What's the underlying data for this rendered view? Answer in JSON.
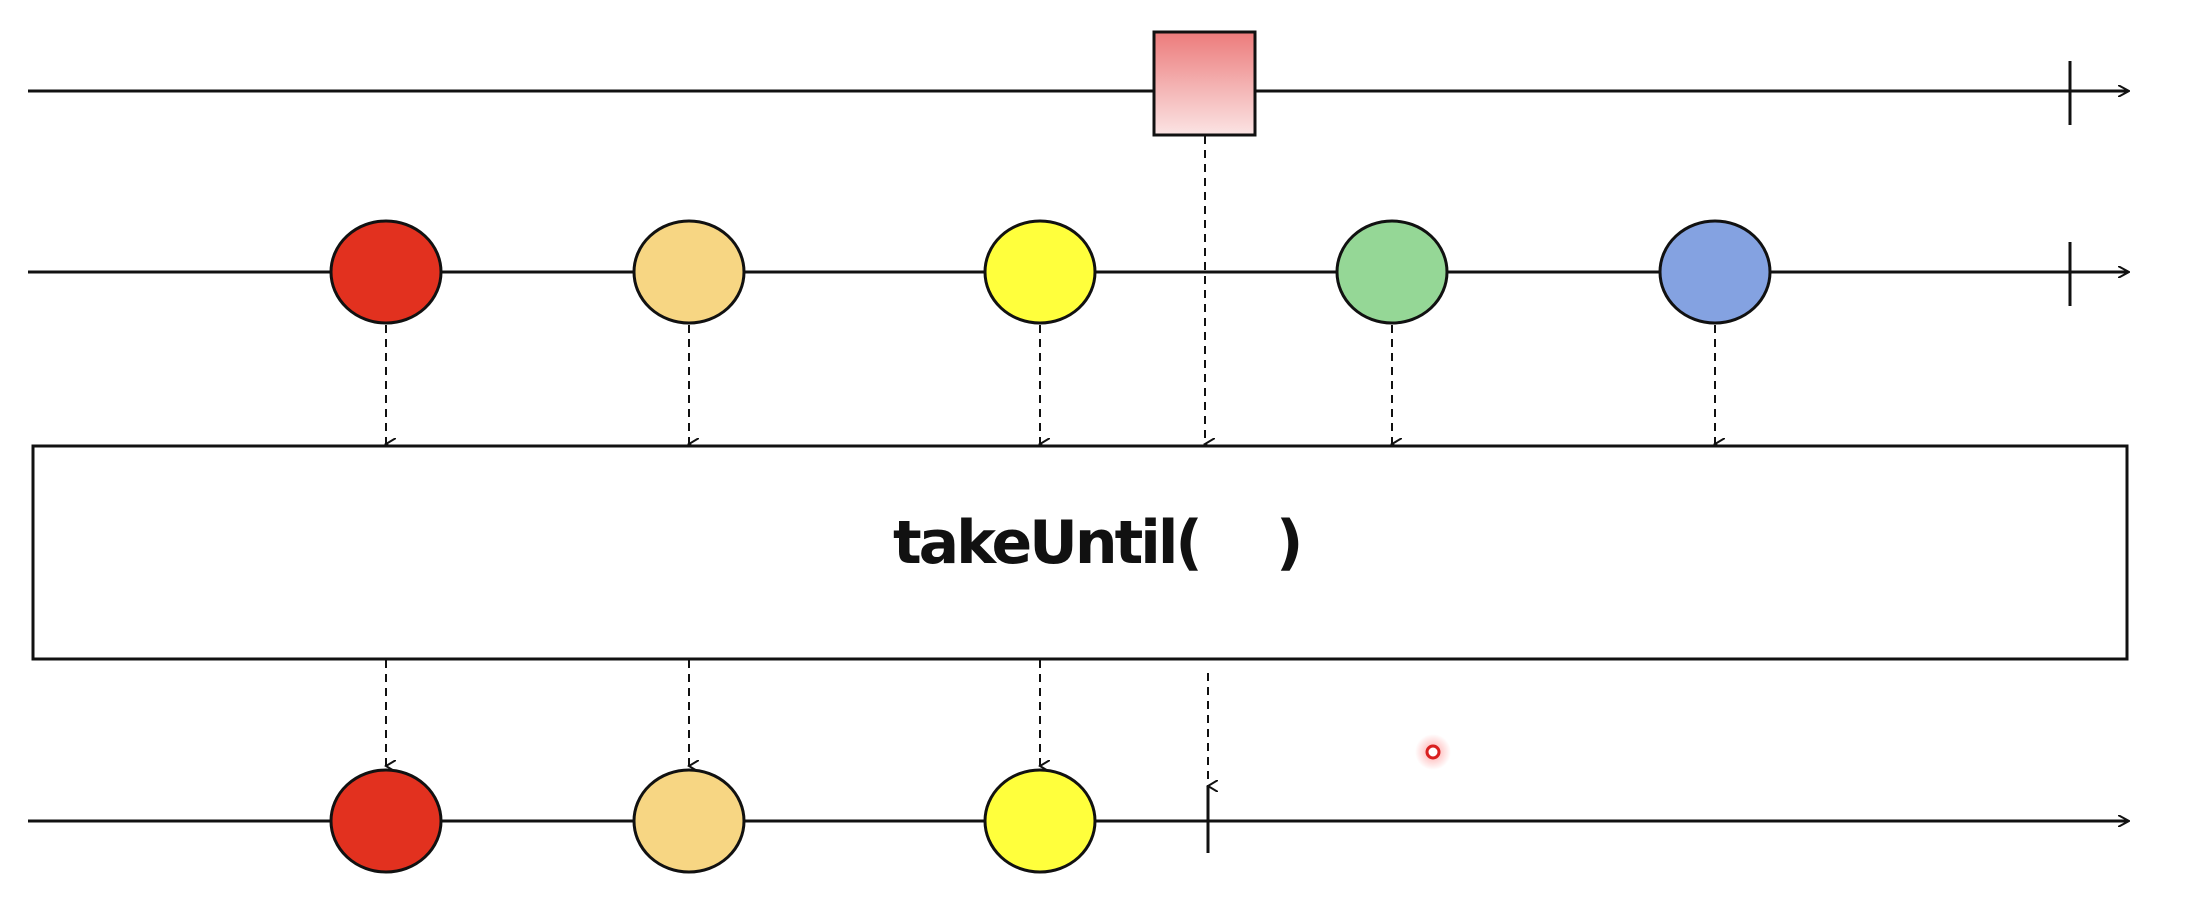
{
  "operator": {
    "name": "takeUntil(",
    "close": ")"
  },
  "colors": {
    "line": "#111111",
    "notifier_top": "#ec7b7b",
    "notifier_bottom": "#fbe4e4",
    "red": "#e2311f",
    "orange": "#f7d683",
    "yellow": "#ffff3c",
    "green": "#95d796",
    "blue": "#84a2e1",
    "pointer": "#d92020"
  },
  "notifier": {
    "shape": "square",
    "emits_after_marble": 3,
    "completed": true
  },
  "source": {
    "marbles": [
      {
        "color": "red"
      },
      {
        "color": "orange"
      },
      {
        "color": "yellow"
      },
      {
        "color": "green"
      },
      {
        "color": "blue"
      }
    ],
    "completed": true
  },
  "result": {
    "marbles": [
      {
        "color": "red"
      },
      {
        "color": "orange"
      },
      {
        "color": "yellow"
      }
    ],
    "completed_when_notifier_emits": true
  },
  "cursor_icon": "pointer-dot-icon"
}
